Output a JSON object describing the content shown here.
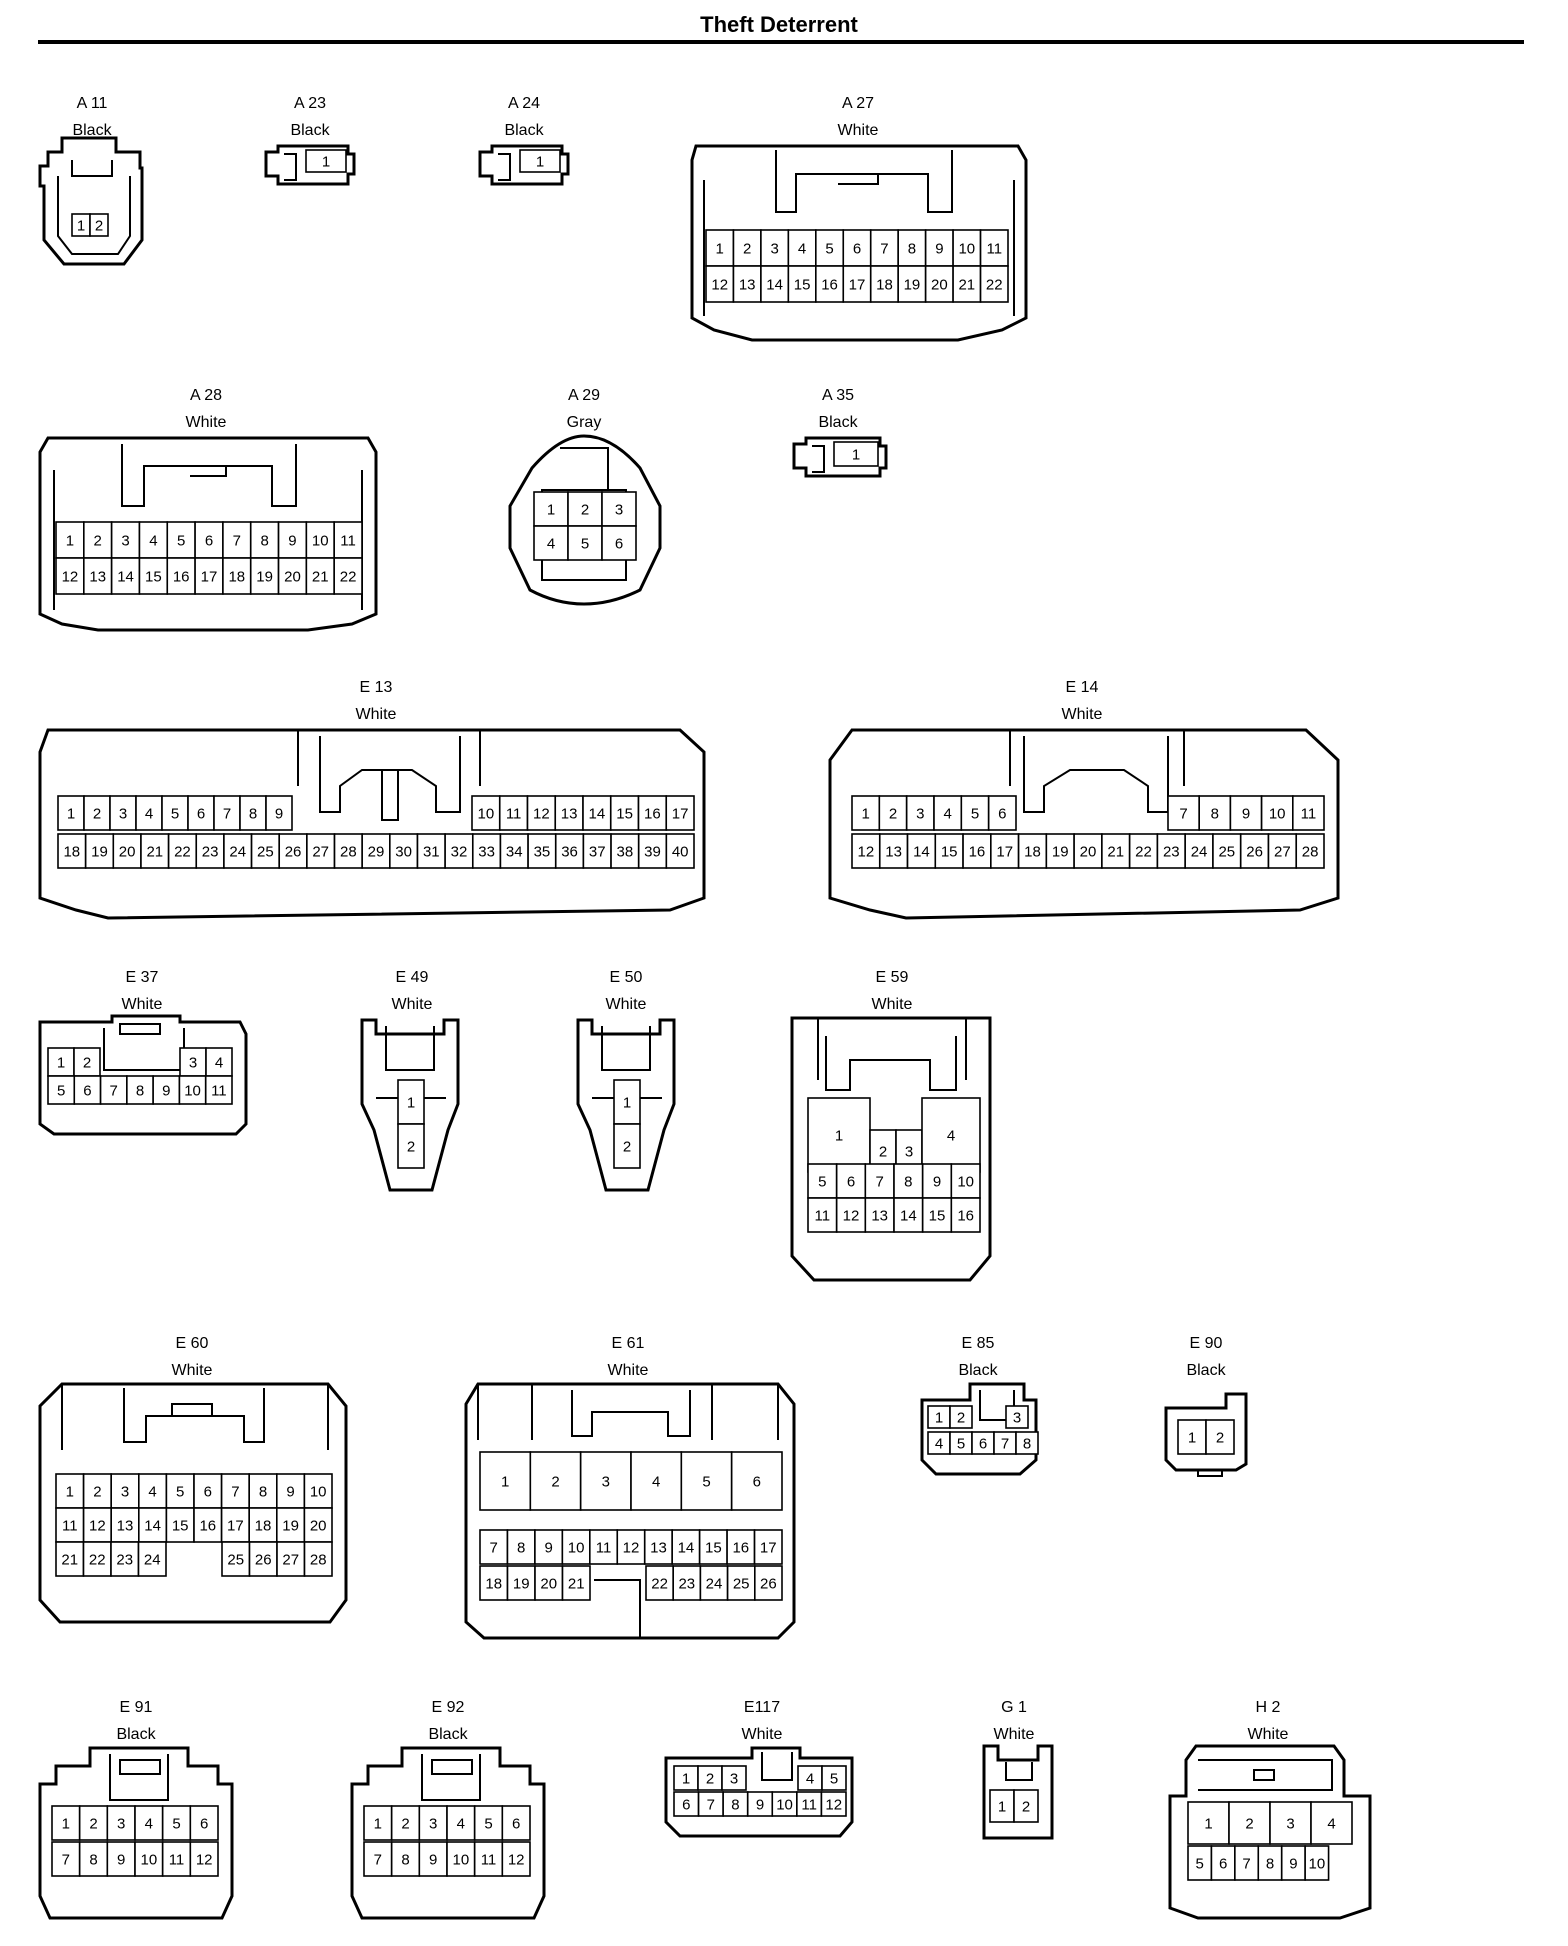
{
  "page": {
    "title": "Theft Deterrent"
  },
  "connectors": [
    {
      "id": "A 11",
      "color": "Black",
      "pins": [
        "1",
        "2"
      ]
    },
    {
      "id": "A 23",
      "color": "Black",
      "pins": [
        "1"
      ]
    },
    {
      "id": "A 24",
      "color": "Black",
      "pins": [
        "1"
      ]
    },
    {
      "id": "A 27",
      "color": "White",
      "pins": [
        "1",
        "2",
        "3",
        "4",
        "5",
        "6",
        "7",
        "8",
        "9",
        "10",
        "11",
        "12",
        "13",
        "14",
        "15",
        "16",
        "17",
        "18",
        "19",
        "20",
        "21",
        "22"
      ]
    },
    {
      "id": "A 28",
      "color": "White",
      "pins": [
        "1",
        "2",
        "3",
        "4",
        "5",
        "6",
        "7",
        "8",
        "9",
        "10",
        "11",
        "12",
        "13",
        "14",
        "15",
        "16",
        "17",
        "18",
        "19",
        "20",
        "21",
        "22"
      ]
    },
    {
      "id": "A 29",
      "color": "Gray",
      "pins": [
        "1",
        "2",
        "3",
        "4",
        "5",
        "6"
      ]
    },
    {
      "id": "A 35",
      "color": "Black",
      "pins": [
        "1"
      ]
    },
    {
      "id": "E 13",
      "color": "White",
      "pins": [
        "1",
        "2",
        "3",
        "4",
        "5",
        "6",
        "7",
        "8",
        "9",
        "10",
        "11",
        "12",
        "13",
        "14",
        "15",
        "16",
        "17",
        "18",
        "19",
        "20",
        "21",
        "22",
        "23",
        "24",
        "25",
        "26",
        "27",
        "28",
        "29",
        "30",
        "31",
        "32",
        "33",
        "34",
        "35",
        "36",
        "37",
        "38",
        "39",
        "40"
      ]
    },
    {
      "id": "E 14",
      "color": "White",
      "pins": [
        "1",
        "2",
        "3",
        "4",
        "5",
        "6",
        "7",
        "8",
        "9",
        "10",
        "11",
        "12",
        "13",
        "14",
        "15",
        "16",
        "17",
        "18",
        "19",
        "20",
        "21",
        "22",
        "23",
        "24",
        "25",
        "26",
        "27",
        "28"
      ]
    },
    {
      "id": "E 37",
      "color": "White",
      "pins": [
        "1",
        "2",
        "3",
        "4",
        "5",
        "6",
        "7",
        "8",
        "9",
        "10",
        "11"
      ]
    },
    {
      "id": "E 49",
      "color": "White",
      "pins": [
        "1",
        "2"
      ]
    },
    {
      "id": "E 50",
      "color": "White",
      "pins": [
        "1",
        "2"
      ]
    },
    {
      "id": "E 59",
      "color": "White",
      "pins": [
        "1",
        "2",
        "3",
        "4",
        "5",
        "6",
        "7",
        "8",
        "9",
        "10",
        "11",
        "12",
        "13",
        "14",
        "15",
        "16"
      ]
    },
    {
      "id": "E 60",
      "color": "White",
      "pins": [
        "1",
        "2",
        "3",
        "4",
        "5",
        "6",
        "7",
        "8",
        "9",
        "10",
        "11",
        "12",
        "13",
        "14",
        "15",
        "16",
        "17",
        "18",
        "19",
        "20",
        "21",
        "22",
        "23",
        "24",
        "25",
        "26",
        "27",
        "28"
      ]
    },
    {
      "id": "E 61",
      "color": "White",
      "pins": [
        "1",
        "2",
        "3",
        "4",
        "5",
        "6",
        "7",
        "8",
        "9",
        "10",
        "11",
        "12",
        "13",
        "14",
        "15",
        "16",
        "17",
        "18",
        "19",
        "20",
        "21",
        "22",
        "23",
        "24",
        "25",
        "26"
      ]
    },
    {
      "id": "E 85",
      "color": "Black",
      "pins": [
        "1",
        "2",
        "3",
        "4",
        "5",
        "6",
        "7",
        "8"
      ]
    },
    {
      "id": "E 90",
      "color": "Black",
      "pins": [
        "1",
        "2"
      ]
    },
    {
      "id": "E 91",
      "color": "Black",
      "pins": [
        "1",
        "2",
        "3",
        "4",
        "5",
        "6",
        "7",
        "8",
        "9",
        "10",
        "11",
        "12"
      ]
    },
    {
      "id": "E 92",
      "color": "Black",
      "pins": [
        "1",
        "2",
        "3",
        "4",
        "5",
        "6",
        "7",
        "8",
        "9",
        "10",
        "11",
        "12"
      ]
    },
    {
      "id": "E117",
      "color": "White",
      "pins": [
        "1",
        "2",
        "3",
        "4",
        "5",
        "6",
        "7",
        "8",
        "9",
        "10",
        "11",
        "12"
      ]
    },
    {
      "id": "G 1",
      "color": "White",
      "pins": [
        "1",
        "2"
      ]
    },
    {
      "id": "H 2",
      "color": "White",
      "pins": [
        "1",
        "2",
        "3",
        "4",
        "5",
        "6",
        "7",
        "8",
        "9",
        "10"
      ]
    }
  ]
}
